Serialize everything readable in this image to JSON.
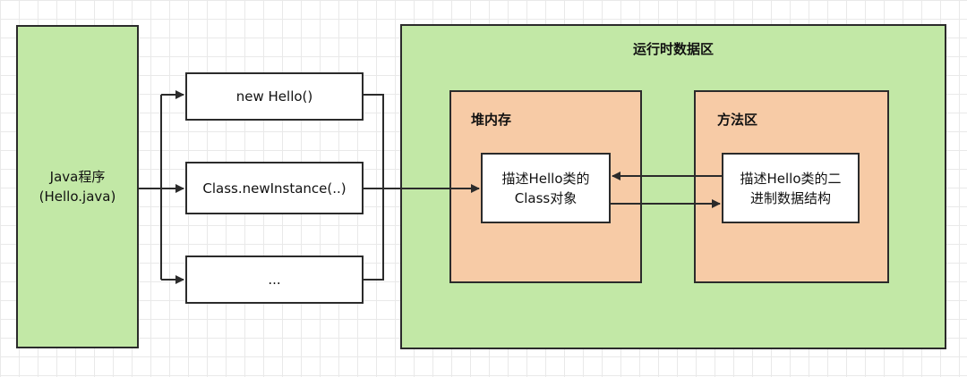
{
  "java_program": {
    "line1": "Java程序",
    "line2": "(Hello.java)"
  },
  "instantiation": {
    "new_hello": "new Hello()",
    "class_new_instance": "Class.newInstance(..)",
    "ellipsis": "..."
  },
  "runtime_area": {
    "title": "运行时数据区",
    "heap": {
      "title": "堆内存",
      "class_object": {
        "line1": "描述Hello类的",
        "line2": "Class对象"
      }
    },
    "method_area": {
      "title": "方法区",
      "binary_structure": {
        "line1": "描述Hello类的二",
        "line2": "进制数据结构"
      }
    }
  },
  "colors": {
    "green": "#c2e8a6",
    "peach": "#f7cba6",
    "stroke": "#2b2b2b"
  }
}
